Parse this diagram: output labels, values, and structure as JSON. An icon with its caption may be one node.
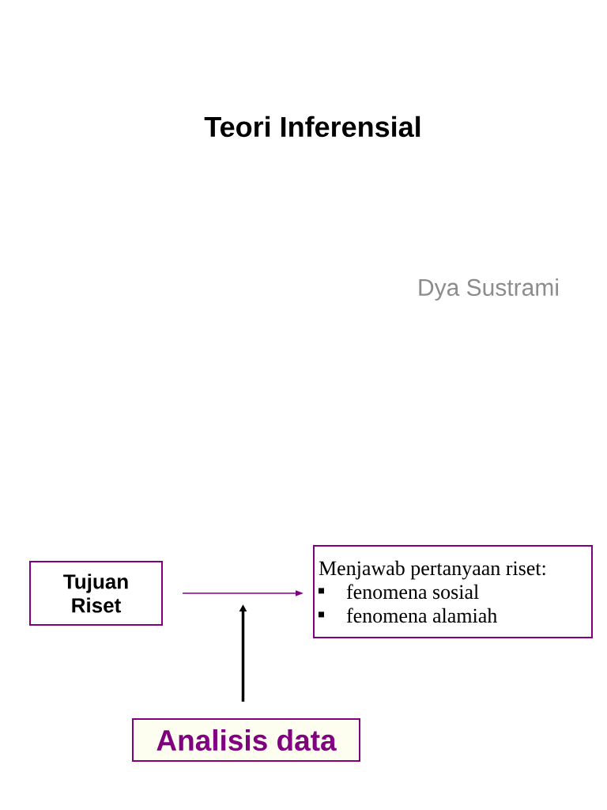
{
  "diagram": {
    "title": "Teori Inferensial",
    "nodes": [
      {
        "text": [
          "Tujuan Riset"
        ]
      },
      {
        "text": [
          "Menjawab pertanyaan riset:",
          "fenomena sosial",
          "fenomena alamiah"
        ]
      },
      {
        "text": [
          "Analisis data"
        ]
      }
    ],
    "edges": [
      {
        "from": 0,
        "to": 1,
        "arrow": "to",
        "color": "#800080"
      },
      {
        "from": 2,
        "to": null,
        "arrow": "to",
        "style": "thick",
        "color": "#000000"
      }
    ],
    "labels": [
      "Dya Sustrami"
    ]
  }
}
